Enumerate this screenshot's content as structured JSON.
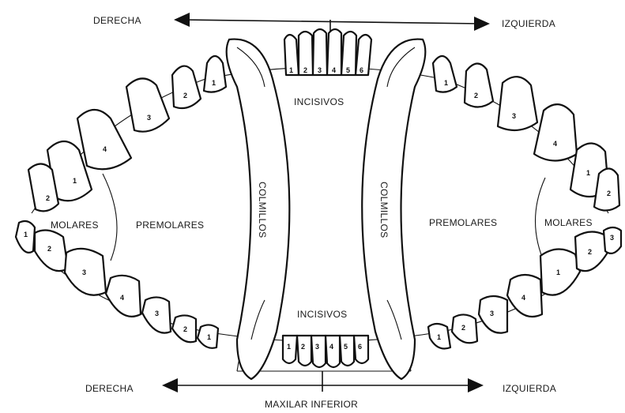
{
  "directions": {
    "top_left": "DERECHA",
    "top_right": "IZQUIERDA",
    "bottom_left": "DERECHA",
    "bottom_right": "IZQUIERDA"
  },
  "jaw_caption": "MAXILAR INFERIOR",
  "regions": {
    "incisors_upper": "INCISIVOS",
    "incisors_lower": "INCISIVOS",
    "canine_left": "COLMILLOS",
    "canine_right": "COLMILLOS",
    "premolars_left": "PREMOLARES",
    "premolars_right": "PREMOLARES",
    "molars_left": "MOLARES",
    "molars_right": "MOLARES"
  },
  "tooth_numbers": {
    "upper_incisors": [
      "1",
      "2",
      "3",
      "4",
      "5",
      "6"
    ],
    "upper_right_premolars": [
      "1",
      "2",
      "3",
      "4"
    ],
    "upper_right_molars": [
      "1",
      "2"
    ],
    "upper_left_premolars": [
      "1",
      "2",
      "3",
      "4"
    ],
    "upper_left_molars": [
      "1",
      "2"
    ],
    "lower_incisors": [
      "1",
      "2",
      "3",
      "4",
      "5",
      "6"
    ],
    "lower_right_premolars": [
      "1",
      "2",
      "3",
      "4"
    ],
    "lower_right_molars": [
      "1",
      "2",
      "3"
    ],
    "lower_left_premolars": [
      "1",
      "2",
      "3",
      "4"
    ],
    "lower_left_molars": [
      "1",
      "2",
      "3"
    ]
  }
}
